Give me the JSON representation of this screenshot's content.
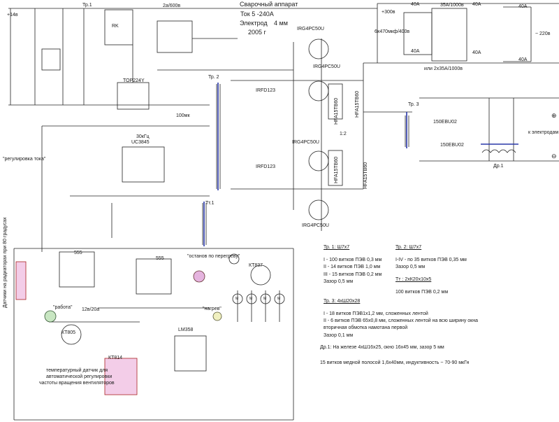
{
  "header": {
    "title": "Сварочный аппарат",
    "current": "Ток 5 -240А",
    "electrode_label": "Электрод",
    "electrode_value": "4 мм",
    "year": "2005 г"
  },
  "components": {
    "v14": "+14в",
    "tr1": "Тр.1",
    "bridge1": "2а/600в",
    "top224": "TOP224Y",
    "rk": "RK",
    "tr2": "Тр. 2",
    "irfd_top": "IRFD123",
    "irfd_bot": "IRFD123",
    "irg_top1": "IRG4PC50U",
    "irg_top2": "IRG4PC50U",
    "irg_bot1": "IRG4PC50U",
    "irg_bot2": "IRG4PC50U",
    "hfa1": "HFA15TB60",
    "hfa2": "HFA15TB60",
    "hfa3": "HFA15TB60",
    "hfa4": "HFA15TB60",
    "tr3": "Тр. 3",
    "ebu_top": "150EBU02",
    "ebu_bot": "150EBU02",
    "to_electrodes": "к электродам",
    "dr1": "Др.1",
    "v300": "+300в",
    "caps": "6х470мкф/400в",
    "bridge_main": "35А/1000в",
    "or_alt": "или 2х35А/1000в",
    "f40_1": "40А",
    "f40_2": "40А",
    "f40_3": "40А",
    "f40_4": "40А",
    "f40_5": "40А",
    "f40_6": "40А",
    "mains": "~ 220в",
    "osc_freq": "30кГц",
    "uc3845": "UC3845",
    "c100mk": "100мк",
    "current_adj": "\"регулировка тока\"",
    "tt1": "Тт.1",
    "ratio": "1:2",
    "ic555a": "555",
    "ic555b": "555",
    "stop_overheat": "\"останов по перегреву\"",
    "kt837": "КТ837",
    "heat": "\"нагрев\"",
    "work": "\"работа\"",
    "relay": "12в/20а",
    "kt805": "КТ805",
    "lm358": "LM358",
    "kt814": "КТ814",
    "sensor_vertical": "Датчики на радиаторах при 80 градусах",
    "thermo_note_1": "температурный датчик для",
    "thermo_note_2": "автоматической регулировки",
    "thermo_note_3": "частоты вращения вентиляторов",
    "fan": "M"
  },
  "winding_notes": {
    "tr1_title": "Тр. 1: Ш7х7",
    "tr1_l1": "I - 100 витков ПЭВ 0,3 мм",
    "tr1_l2": "II - 14 витков ПЭВ 1,0 мм",
    "tr1_l3": "III - 15 витков ПЭВ 0,2 мм",
    "tr1_l4": "Зазор 0,5 мм",
    "tr2_title": "Тр. 2: Ш7х7",
    "tr2_l1": "I-IV - по 35 витков ПЭВ 0,35 мм",
    "tr2_l2": "Зазор 0,5 мм",
    "tt1_title": "Тт : 2хК20х10х5",
    "tt1_l1": "100 витков ПЭВ 0,2 мм",
    "tr3_title": "Тр. 3: 4хШ20х28",
    "tr3_l1": "I - 18 витков ПЭВ1х1,2 мм, сложенных лентой",
    "tr3_l2": "II - 6 витков ПЭВ 65х0,8 мм, сложенных лентой на всю  ширину окна",
    "tr3_l3": "вторичная обмотка намотана первой",
    "tr3_l4": "Зазор 0,1 мм",
    "dr1_l1": "Др.1: На железе 4хШ16х25, окно 16х45 мм, зазор 5 мм",
    "dr1_l2": "15 витков медной полосой 1,6х40мм, индуктивность  ~ 70-90 мкГн"
  }
}
